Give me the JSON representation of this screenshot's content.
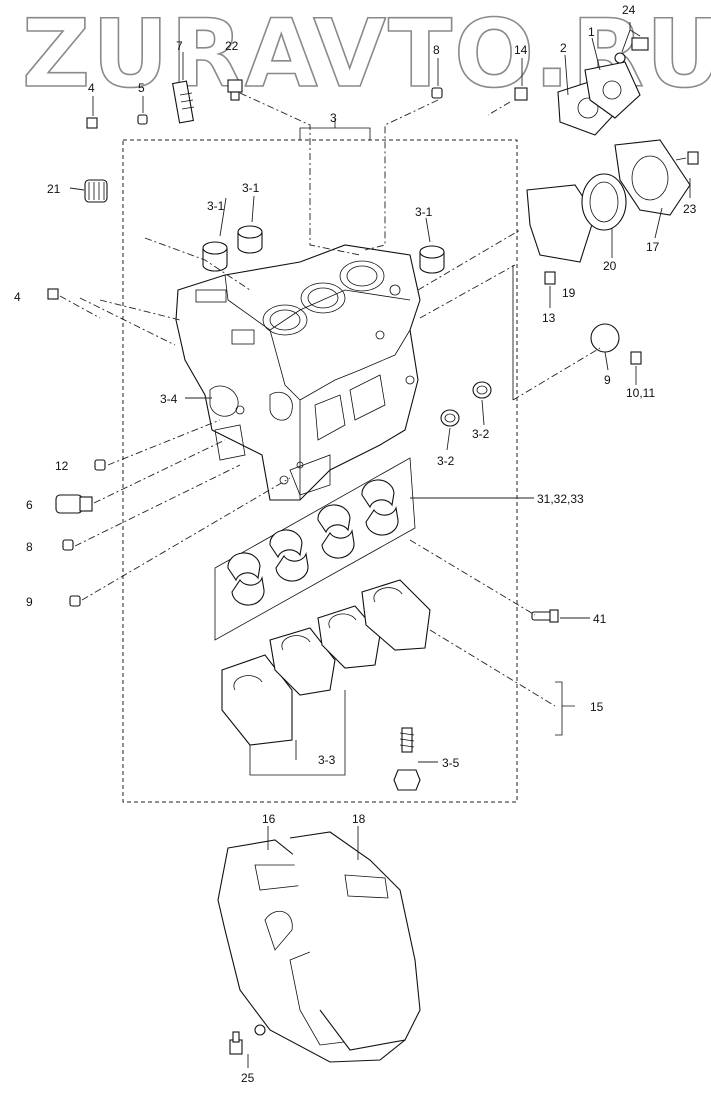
{
  "watermark": "ZURAVTO.RU",
  "callouts": [
    {
      "id": "c24",
      "text": "24"
    },
    {
      "id": "c1",
      "text": "1"
    },
    {
      "id": "c2",
      "text": "2"
    },
    {
      "id": "c7",
      "text": "7"
    },
    {
      "id": "c22",
      "text": "22"
    },
    {
      "id": "c8top",
      "text": "8"
    },
    {
      "id": "c14",
      "text": "14"
    },
    {
      "id": "c4top",
      "text": "4"
    },
    {
      "id": "c5",
      "text": "5"
    },
    {
      "id": "c3",
      "text": "3"
    },
    {
      "id": "c21",
      "text": "21"
    },
    {
      "id": "c3_1a",
      "text": "3-1"
    },
    {
      "id": "c3_1b",
      "text": "3-1"
    },
    {
      "id": "c3_1c",
      "text": "3-1"
    },
    {
      "id": "c23",
      "text": "23"
    },
    {
      "id": "c17",
      "text": "17"
    },
    {
      "id": "c20",
      "text": "20"
    },
    {
      "id": "c19",
      "text": "19"
    },
    {
      "id": "c13",
      "text": "13"
    },
    {
      "id": "c4mid",
      "text": "4"
    },
    {
      "id": "c9right",
      "text": "9"
    },
    {
      "id": "c10_11",
      "text": "10,11"
    },
    {
      "id": "c3_4",
      "text": "3-4"
    },
    {
      "id": "c3_2a",
      "text": "3-2"
    },
    {
      "id": "c3_2b",
      "text": "3-2"
    },
    {
      "id": "c12",
      "text": "12"
    },
    {
      "id": "c6",
      "text": "6"
    },
    {
      "id": "c31_33",
      "text": "31,32,33"
    },
    {
      "id": "c8mid",
      "text": "8"
    },
    {
      "id": "c9left",
      "text": "9"
    },
    {
      "id": "c41",
      "text": "41"
    },
    {
      "id": "c15",
      "text": "15"
    },
    {
      "id": "c3_3",
      "text": "3-3"
    },
    {
      "id": "c3_5",
      "text": "3-5"
    },
    {
      "id": "c16",
      "text": "16"
    },
    {
      "id": "c18",
      "text": "18"
    },
    {
      "id": "c25",
      "text": "25"
    }
  ]
}
